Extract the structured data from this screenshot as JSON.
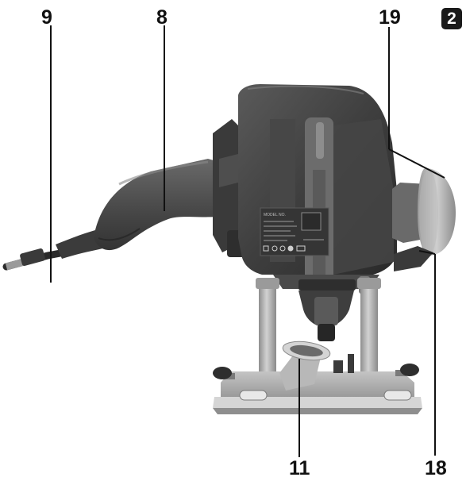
{
  "figure": {
    "badge": "2",
    "callouts": {
      "c9": "9",
      "c8": "8",
      "c19": "19",
      "c11": "11",
      "c18": "18"
    },
    "plate": {
      "model_text": "MODEL NO."
    }
  }
}
